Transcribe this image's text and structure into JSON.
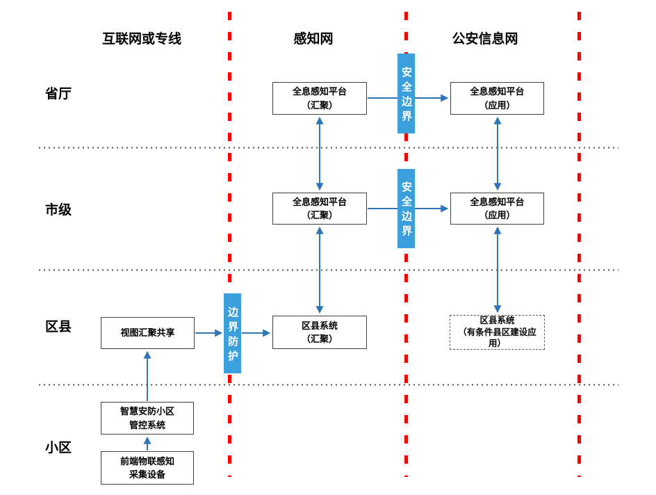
{
  "diagram": {
    "column_headers": [
      {
        "label": "互联网或专线"
      },
      {
        "label": "感知网"
      },
      {
        "label": "公安信息网"
      }
    ],
    "row_labels": [
      {
        "label": "省厅"
      },
      {
        "label": "市级"
      },
      {
        "label": "区县"
      },
      {
        "label": "小区"
      }
    ],
    "nodes": {
      "prov_hub": {
        "line1": "全息感知平台",
        "line2": "（汇聚）"
      },
      "prov_app": {
        "line1": "全息感知平台",
        "line2": "（应用）"
      },
      "city_hub": {
        "line1": "全息感知平台",
        "line2": "（汇聚）"
      },
      "city_app": {
        "line1": "全息感知平台",
        "line2": "（应用）"
      },
      "county_share": {
        "line1": "视图汇聚共享"
      },
      "county_hub": {
        "line1": "区县系统",
        "line2": "（汇聚）"
      },
      "county_app": {
        "line1": "区县系统",
        "line2": "（有条件县区建设应",
        "line3": "用）"
      },
      "community_mgmt": {
        "line1": "智慧安防小区",
        "line2": "管控系统"
      },
      "community_iot": {
        "line1": "前端物联感知",
        "line2": "采集设备"
      }
    },
    "gateways": {
      "security_boundary_prov": "安全边界",
      "security_boundary_city": "安全边界",
      "border_protection": "边界防护"
    },
    "colors": {
      "gateway_blue": "#3A9FDB",
      "arrow_blue": "#2E75B6",
      "divider_red": "#FF0000",
      "box_border": "#404040",
      "dashed_border": "#595959",
      "row_divider": "#4D4D4D"
    }
  }
}
